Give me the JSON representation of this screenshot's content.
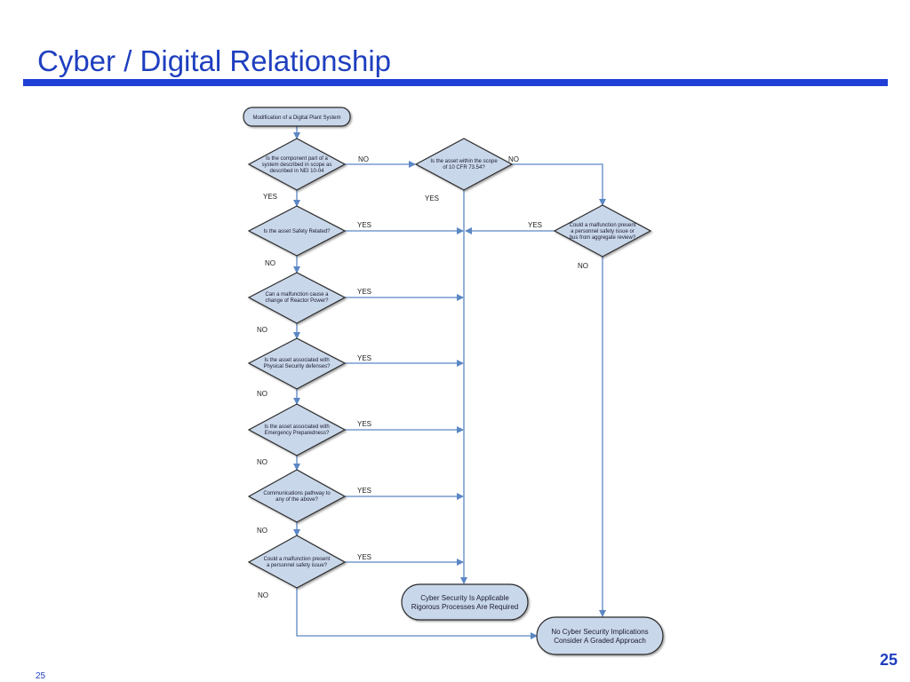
{
  "slide": {
    "title": "Cyber / Digital Relationship",
    "page_number": "25",
    "footer_number": "25"
  },
  "flowchart": {
    "start": "Modification of a Digital Plant System",
    "d1": [
      "Is the component part of a",
      "system described in scope as",
      "described in NEI 10-04"
    ],
    "d2": [
      "Is the asset within the scope",
      "of 10 CFR 73.54?"
    ],
    "d3": [
      "Is the asset Safety Related?"
    ],
    "d4": [
      "Can a  malfunction cause a",
      "change of Reactor Power?"
    ],
    "d5": [
      "Is the asset associated with",
      "Physical Security defenses?"
    ],
    "d6": [
      "Is the asset associated with",
      "Emergency Preparedness?"
    ],
    "d7": [
      "Communications pathway to",
      "any of the above?"
    ],
    "d8": [
      "Could a malfunction present",
      "a personnel safety issue?"
    ],
    "d9": [
      "Could a malfunction present",
      "a personnel safety issue or",
      "bus from aggregate review?"
    ],
    "end_applicable": [
      "Cyber Security Is Applicable",
      "Rigorous Processes Are Required"
    ],
    "end_none": [
      "No Cyber Security Implications",
      "Consider A Graded Approach"
    ],
    "labels": {
      "d1_no": "NO",
      "d1_yes": "YES",
      "d2_no": "NO",
      "d2_yes": "YES",
      "d3_yes": "YES",
      "d3_no": "NO",
      "d4_yes": "YES",
      "d4_no": "NO",
      "d5_yes": "YES",
      "d5_no": "NO",
      "d6_yes": "YES",
      "d6_no": "NO",
      "d7_yes": "YES",
      "d7_no": "NO",
      "d8_yes": "YES",
      "d8_no": "NO",
      "d9_yes": "YES",
      "d9_no": "NO"
    }
  },
  "colors": {
    "shape_fill": "#c9d7ea",
    "shape_stroke": "#2b2b2b",
    "connector": "#5b87c4",
    "accent": "#1f3fbf"
  }
}
